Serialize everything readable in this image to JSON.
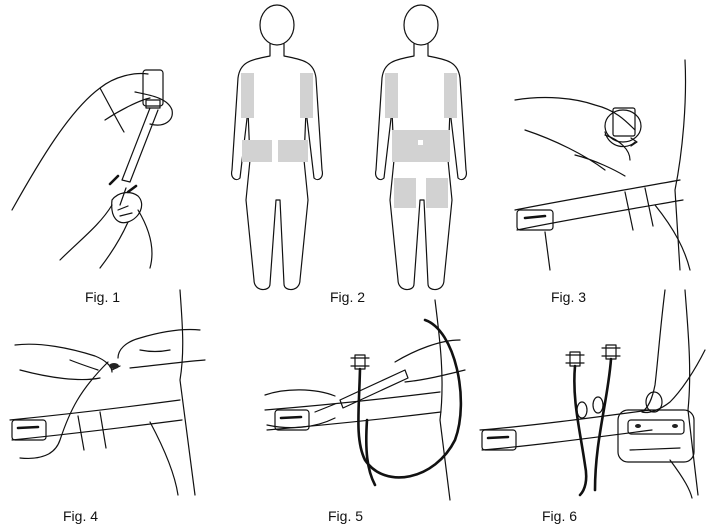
{
  "figures": [
    {
      "id": 1,
      "caption": "Fig. 1",
      "depicts": "hands-filling-syringe-from-vial"
    },
    {
      "id": 2,
      "caption": "Fig. 2",
      "depicts": "body-injection-sites-front-back"
    },
    {
      "id": 3,
      "caption": "Fig. 3",
      "depicts": "hand-peeling-backing-from-infusion-site"
    },
    {
      "id": 4,
      "caption": "Fig. 4",
      "depicts": "hands-inserting-needle-at-waist"
    },
    {
      "id": 5,
      "caption": "Fig. 5",
      "depicts": "syringe-connected-to-tubing"
    },
    {
      "id": 6,
      "caption": "Fig. 6",
      "depicts": "pump-attached-with-tubing"
    }
  ],
  "colors": {
    "line": "#111111",
    "zone": "#d2d2d2",
    "background": "#ffffff"
  }
}
